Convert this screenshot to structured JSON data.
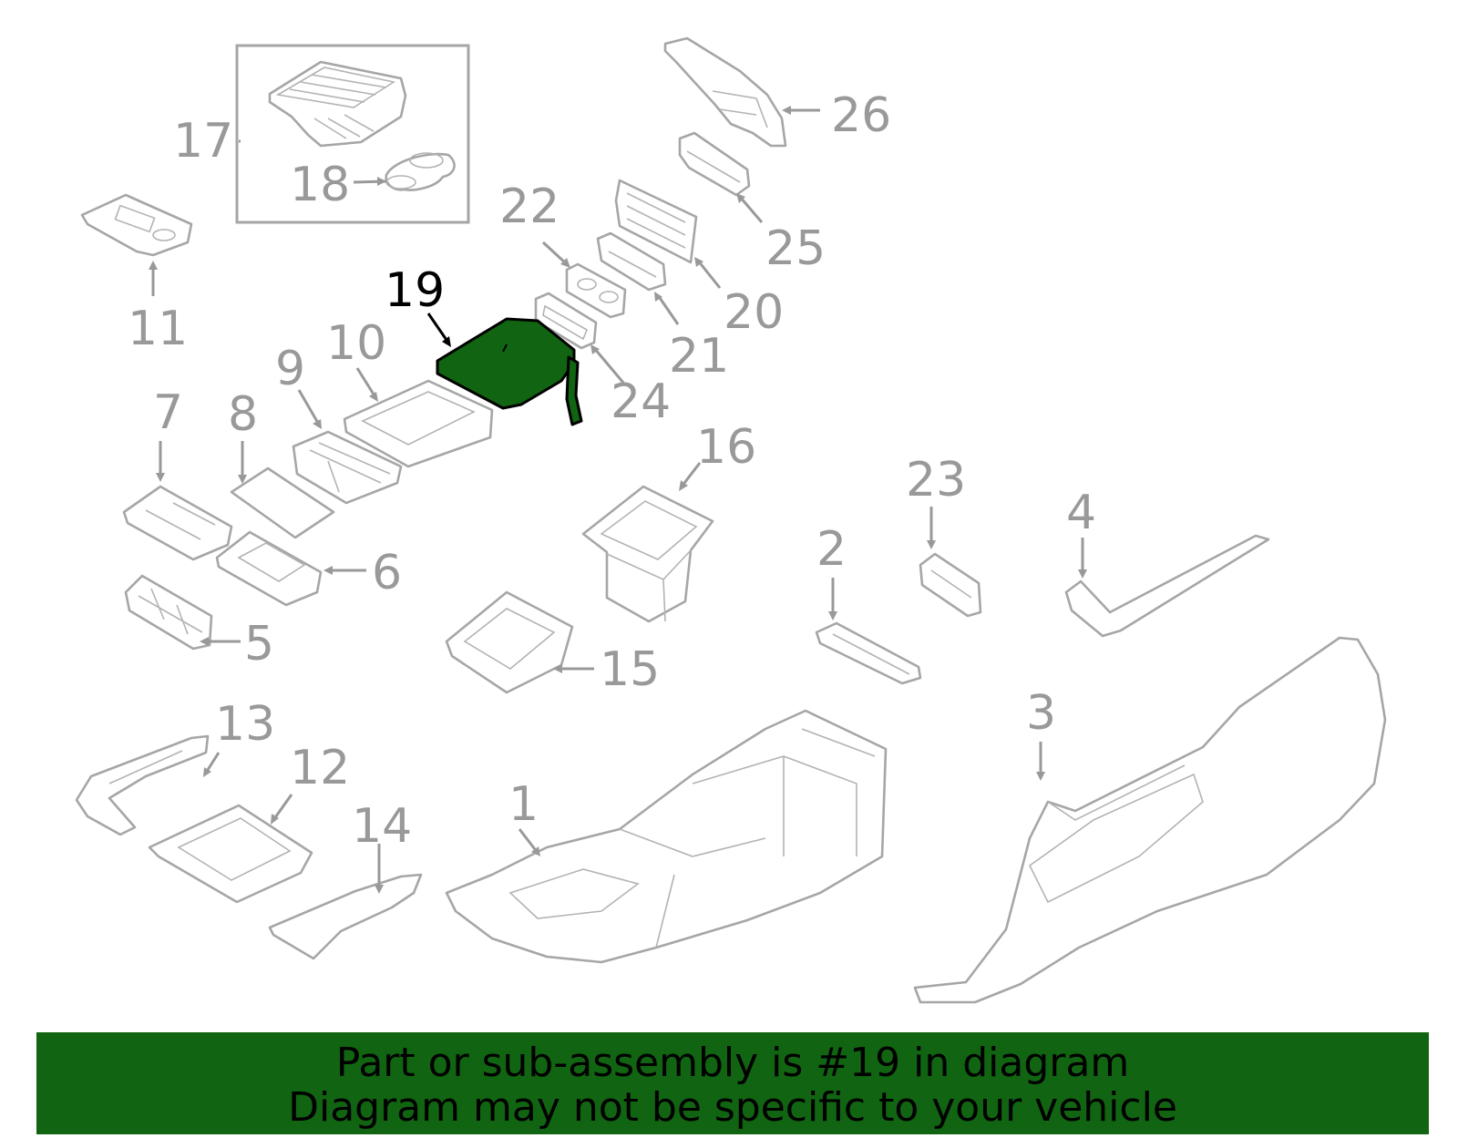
{
  "diagram": {
    "callouts": [
      "1",
      "2",
      "3",
      "4",
      "5",
      "6",
      "7",
      "8",
      "9",
      "10",
      "11",
      "12",
      "13",
      "14",
      "15",
      "16",
      "17",
      "18",
      "19",
      "20",
      "21",
      "22",
      "23",
      "24",
      "25",
      "26"
    ],
    "highlighted_part": "19",
    "highlight_color": "#116411",
    "part_outline_color": "#a6a6a6",
    "label_color": "#999999"
  },
  "banner": {
    "line1": "Part or sub-assembly is #19 in diagram",
    "line2": "Diagram may not be specific to your vehicle",
    "background": "#116411"
  }
}
